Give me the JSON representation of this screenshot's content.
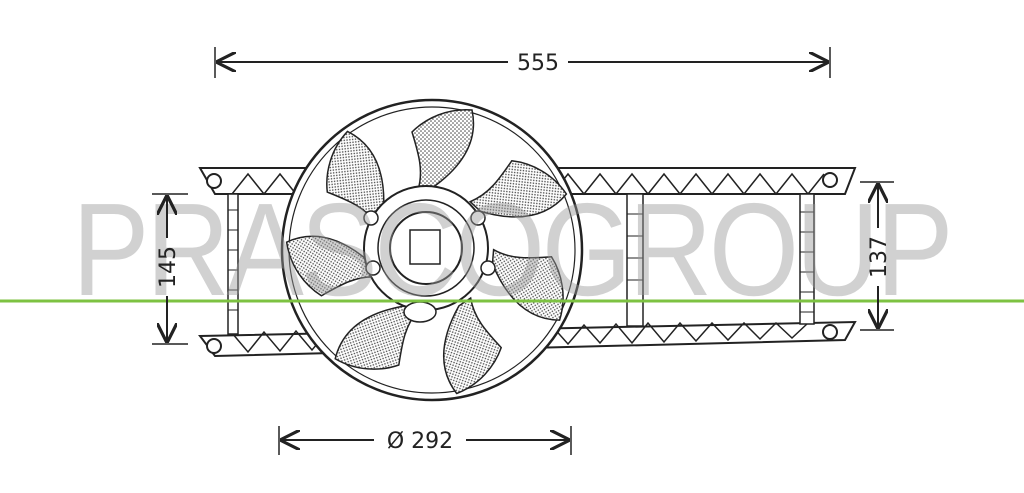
{
  "dimensions": {
    "overall_width": "555",
    "fan_diameter": "Ø 292",
    "left_height": "145",
    "right_height": "137"
  },
  "watermark": {
    "text": "PRASCOGROUP"
  },
  "colors": {
    "line": "#222222",
    "accent_line": "#7dc242",
    "watermark": "#9a9a9a"
  }
}
